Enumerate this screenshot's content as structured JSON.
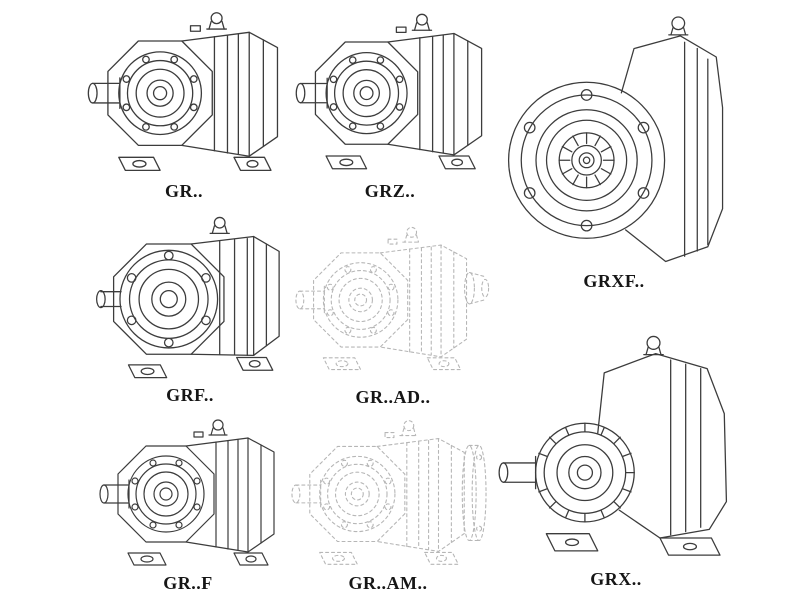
{
  "page": {
    "background": "#ffffff",
    "label_color": "#161616"
  },
  "colors": {
    "line": "#3c3c3c",
    "line_light": "#b6b6b6"
  },
  "figures": [
    {
      "id": "gr",
      "label": "GR..",
      "line_style": "solid"
    },
    {
      "id": "grz",
      "label": "GRZ..",
      "line_style": "solid"
    },
    {
      "id": "grxf",
      "label": "GRXF..",
      "line_style": "solid"
    },
    {
      "id": "grf",
      "label": "GRF..",
      "line_style": "solid"
    },
    {
      "id": "grad",
      "label": "GR..AD..",
      "line_style": "dashed"
    },
    {
      "id": "grff",
      "label": "GR..F",
      "line_style": "solid"
    },
    {
      "id": "gram",
      "label": "GR..AM..",
      "line_style": "dashed"
    },
    {
      "id": "grx",
      "label": "GRX..",
      "line_style": "solid"
    }
  ]
}
